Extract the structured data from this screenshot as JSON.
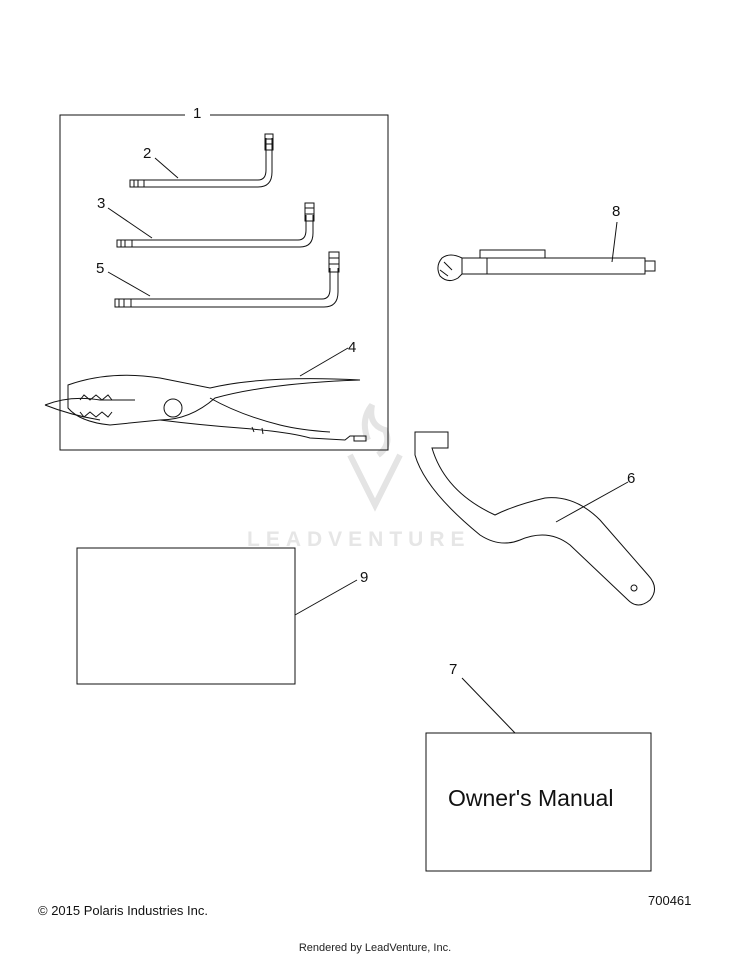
{
  "callouts": [
    "1",
    "2",
    "3",
    "4",
    "5",
    "6",
    "7",
    "8",
    "9"
  ],
  "owners_manual": {
    "title": "Owner's Manual"
  },
  "footer": {
    "copyright": "© 2015 Polaris Industries Inc.",
    "figure_number": "700461",
    "rendered_by": "Rendered by LeadVenture, Inc."
  },
  "watermark": {
    "brand": "LEADVENTURE"
  },
  "colors": {
    "line": "#111111",
    "watermark": "#e6e6e6"
  }
}
